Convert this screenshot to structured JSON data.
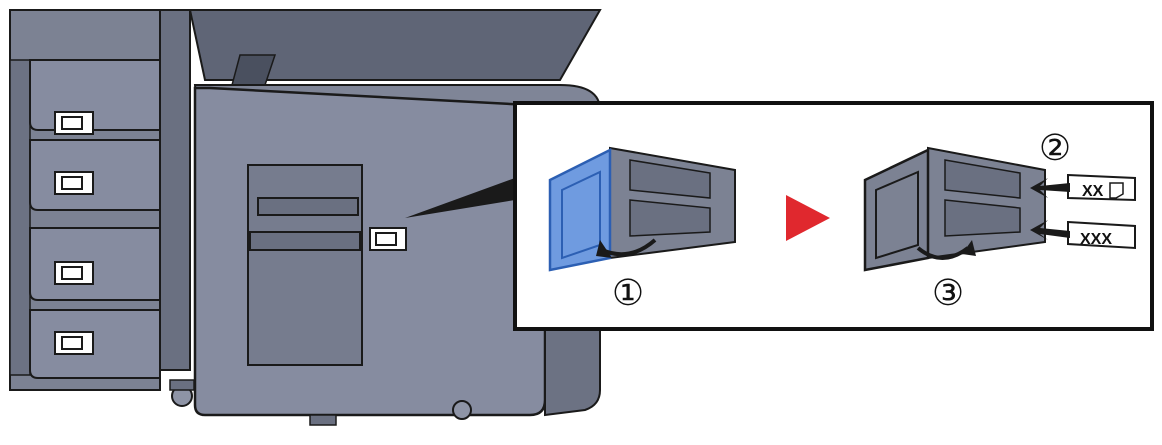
{
  "colors": {
    "machine_body": "#7c8293",
    "machine_dark": "#5a6070",
    "machine_light": "#8e94a6",
    "outline": "#1a1a1a",
    "highlight_cover": "#6f9be0",
    "arrow_red": "#e0282e",
    "callout_border": "#111111",
    "background": "#ffffff"
  },
  "steps": {
    "step1": "①",
    "step2": "②",
    "step3": "③"
  },
  "labels": {
    "label_top": "XX",
    "label_bottom": "XXX"
  },
  "icons": {
    "transition": "play-arrow-icon",
    "label_doc": "document-icon"
  }
}
